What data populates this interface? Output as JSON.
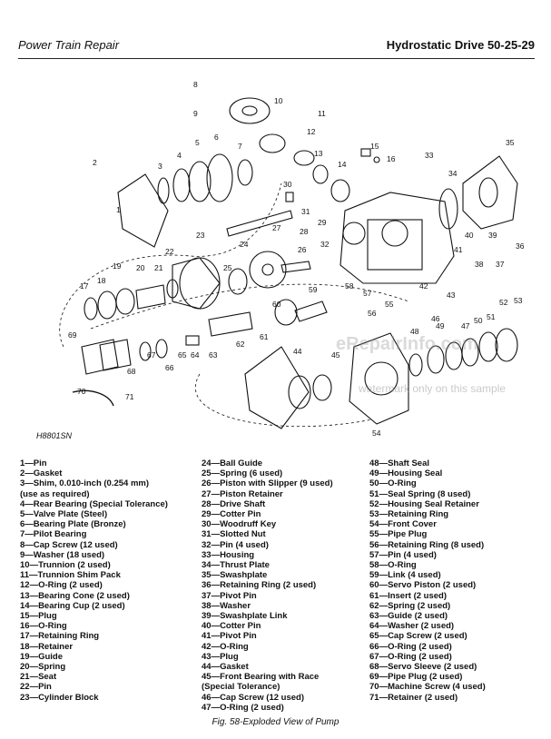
{
  "header": {
    "left": "Power Train Repair",
    "right": "Hydrostatic Drive   50-25-29"
  },
  "figure": {
    "code": "H8801SN",
    "watermark": "eRepairInfo.com",
    "watermark_note": "watermark only on this sample",
    "callouts": [
      "1",
      "2",
      "3",
      "4",
      "5",
      "6",
      "7",
      "8",
      "9",
      "10",
      "11",
      "12",
      "13",
      "14",
      "15",
      "16",
      "17",
      "18",
      "19",
      "20",
      "21",
      "22",
      "23",
      "24",
      "25",
      "26",
      "27",
      "28",
      "29",
      "30",
      "31",
      "32",
      "33",
      "34",
      "35",
      "36",
      "37",
      "38",
      "39",
      "40",
      "41",
      "42",
      "43",
      "44",
      "45",
      "46",
      "47",
      "48",
      "49",
      "50",
      "51",
      "52",
      "53",
      "54",
      "55",
      "56",
      "57",
      "58",
      "59",
      "60",
      "61",
      "62",
      "63",
      "64",
      "65",
      "66",
      "67",
      "68",
      "69",
      "70",
      "71"
    ]
  },
  "parts": {
    "col1": [
      "1—Pin",
      "2—Gasket",
      "3—Shim, 0.010-inch (0.254 mm)",
      "     (use as required)",
      "4—Rear Bearing (Special Tolerance)",
      "5—Valve Plate (Steel)",
      "6—Bearing Plate (Bronze)",
      "7—Pilot Bearing",
      "8—Cap Screw (12 used)",
      "9—Washer (18 used)",
      "10—Trunnion (2 used)",
      "11—Trunnion Shim Pack",
      "12—O-Ring (2 used)",
      "13—Bearing Cone (2 used)",
      "14—Bearing Cup (2 used)",
      "15—Plug",
      "16—O-Ring",
      "17—Retaining Ring",
      "18—Retainer",
      "19—Guide",
      "20—Spring",
      "21—Seat",
      "22—Pin",
      "23—Cylinder Block"
    ],
    "col2": [
      "24—Ball Guide",
      "25—Spring (6 used)",
      "26—Piston with Slipper (9 used)",
      "27—Piston Retainer",
      "28—Drive Shaft",
      "29—Cotter Pin",
      "30—Woodruff Key",
      "31—Slotted Nut",
      "32—Pin (4 used)",
      "33—Housing",
      "34—Thrust Plate",
      "35—Swashplate",
      "36—Retaining Ring (2 used)",
      "37—Pivot Pin",
      "38—Washer",
      "39—Swashplate Link",
      "40—Cotter Pin",
      "41—Pivot Pin",
      "42—O-Ring",
      "43—Plug",
      "44—Gasket",
      "45—Front Bearing with Race",
      "     (Special Tolerance)",
      "46—Cap Screw (12 used)",
      "47—O-Ring (2 used)"
    ],
    "col3": [
      "48—Shaft Seal",
      "49—Housing Seal",
      "50—O-Ring",
      "51—Seal Spring (8 used)",
      "52—Housing Seal Retainer",
      "53—Retaining Ring",
      "54—Front Cover",
      "55—Pipe Plug",
      "56—Retaining Ring (8 used)",
      "57—Pin (4 used)",
      "58—O-Ring",
      "59—Link (4 used)",
      "60—Servo Piston (2 used)",
      "61—Insert (2 used)",
      "62—Spring (2 used)",
      "63—Guide (2 used)",
      "64—Washer (2 used)",
      "65—Cap Screw (2 used)",
      "66—O-Ring (2 used)",
      "67—O-Ring (2 used)",
      "68—Servo Sleeve (2 used)",
      "69—Pipe Plug (2 used)",
      "70—Machine Screw (4 used)",
      "71—Retainer (2 used)"
    ]
  },
  "caption": "Fig. 58-Exploded View of Pump"
}
